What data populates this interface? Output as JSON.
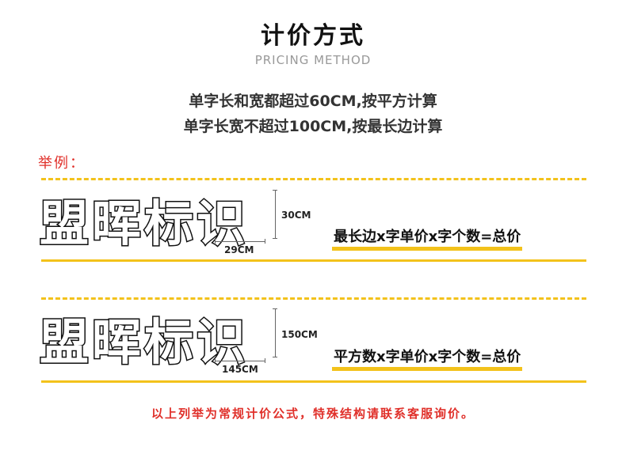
{
  "header": {
    "title": "计价方式",
    "subtitle": "PRICING METHOD"
  },
  "rules": {
    "line1": "单字长和宽都超过60CM,按平方计算",
    "line2": "单字长宽不超过100CM,按最长边计算"
  },
  "example": {
    "label": "举例："
  },
  "example1": {
    "sign_text": "盟晖标识",
    "height": "30CM",
    "width": "29CM",
    "formula": "最长边x字单价x字个数=总价"
  },
  "example2": {
    "sign_text": "盟晖标识",
    "height": "150CM",
    "width": "145CM",
    "formula": "平方数x字单价x字个数=总价"
  },
  "footer": {
    "note": "以上列举为常规计价公式，特殊结构请联系客服询价。"
  },
  "colors": {
    "accent_yellow": "#f3c21b",
    "alert_red": "#e0302a"
  }
}
